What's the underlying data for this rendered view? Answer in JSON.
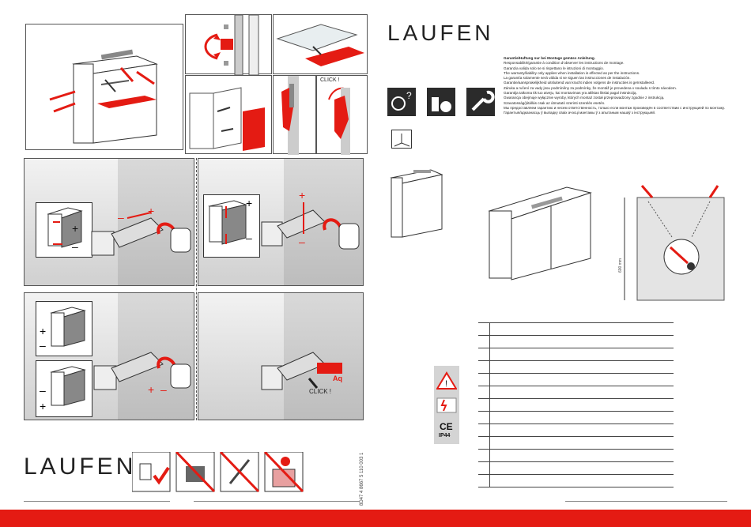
{
  "brand": {
    "logo_top": "LAUFEN",
    "logo_bottom": "LAUFEN"
  },
  "colors": {
    "accent": "#e41b13",
    "dark": "#2b2b2b",
    "gray": "#c8c8c8"
  },
  "labels": {
    "click_top": "CLICK !",
    "click_bottom": "CLICK !",
    "aq": "Aq",
    "ce": "CE",
    "ip": "IP44",
    "plus": "+",
    "minus": "–",
    "dim_vertical": "600 mm",
    "doc_number": "8D47 4 8667 5 110 003 1"
  },
  "warranty": {
    "title": "Garantie/Haftung nur bei Montage gemäss Anleitung.",
    "lines": [
      "Responsabilité/garantie à condition d'observer les instructions de montage.",
      "Garanzia valida solo se si rispettano le istruzioni di montaggio.",
      "The warranty/liability only applies when installation is effected as per the instructions.",
      "La garantía solamente será válida si se siguen las instrucciones de instalación.",
      "Garantie/aansprakelijkheid uitsluitend van kracht indien volgens de instructies is geïnstalleerd.",
      "Záruka a ručení za vady jsou podmíněny za podmínky, že montáž je provedena v souladu s tímto návodem.",
      "Garantija taikoma tik tuo atveju, kai montavimas yra atliktas likslai pagal instrukciją.",
      "Gwarancja obejmuje wyłącznie wyroby, których montaż został przeprowadzony zgodnie z instrukcją.",
      "Szavatosság/jótállás csak az útmutató szerinti szerelés esetén.",
      "Мы предоставляем гарантию и несем ответственность, только если монтаж произведён в соответствии с инструкцией по монтажу.",
      "Гарантыя/адказнасць ў выпадку сваіх ачэсці мантажы ў з апытаным нашаў з інструкцыяй."
    ]
  },
  "table": {
    "rows": 14
  }
}
